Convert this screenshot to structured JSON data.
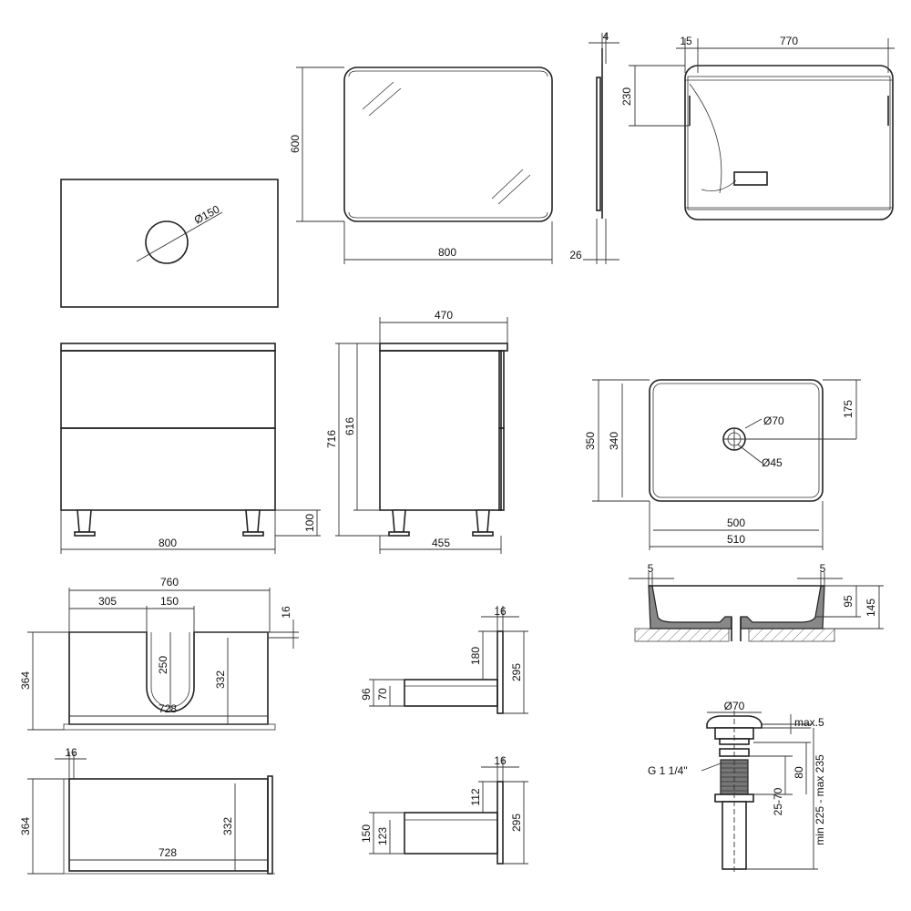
{
  "countertop": {
    "hole_d": "Ø150"
  },
  "mirror": {
    "h": "600",
    "w": "800",
    "side_top": "4",
    "side_bottom": "26",
    "back_inset": "15",
    "back_w": "770",
    "back_h": "230"
  },
  "cabinet_front": {
    "w": "800",
    "leg_h": "100"
  },
  "cabinet_side": {
    "top_w": "470",
    "h_total": "716",
    "h_body": "616",
    "bottom_w": "455"
  },
  "basin_top": {
    "h_outer": "350",
    "h_inner": "340",
    "center_off": "175",
    "d_drain": "Ø70",
    "d_hole": "Ø45",
    "w_inner": "500",
    "w_outer": "510"
  },
  "basin_section": {
    "rim_left": "5",
    "rim_right": "5",
    "depth": "95",
    "total": "145"
  },
  "drawer_top": {
    "w_outer": "760",
    "cut_off": "305",
    "cut_w": "150",
    "wall": "16",
    "depth_outer": "364",
    "cut_depth": "250",
    "depth_inner": "332",
    "w_inner": "728"
  },
  "drawer_bottom": {
    "wall": "16",
    "depth_outer": "364",
    "depth_inner": "332",
    "w_inner": "728"
  },
  "drawer_side_top": {
    "t": "16",
    "upper": "180",
    "h": "295",
    "outer": "96",
    "inner": "70"
  },
  "drawer_side_bottom": {
    "t": "16",
    "upper": "112",
    "h": "295",
    "outer": "150",
    "inner": "123"
  },
  "drain": {
    "d": "Ø70",
    "max": "max.5",
    "thread": "G 1 1/4\"",
    "range": "25-70",
    "mid": "80",
    "total": "min 225 - max 235"
  }
}
